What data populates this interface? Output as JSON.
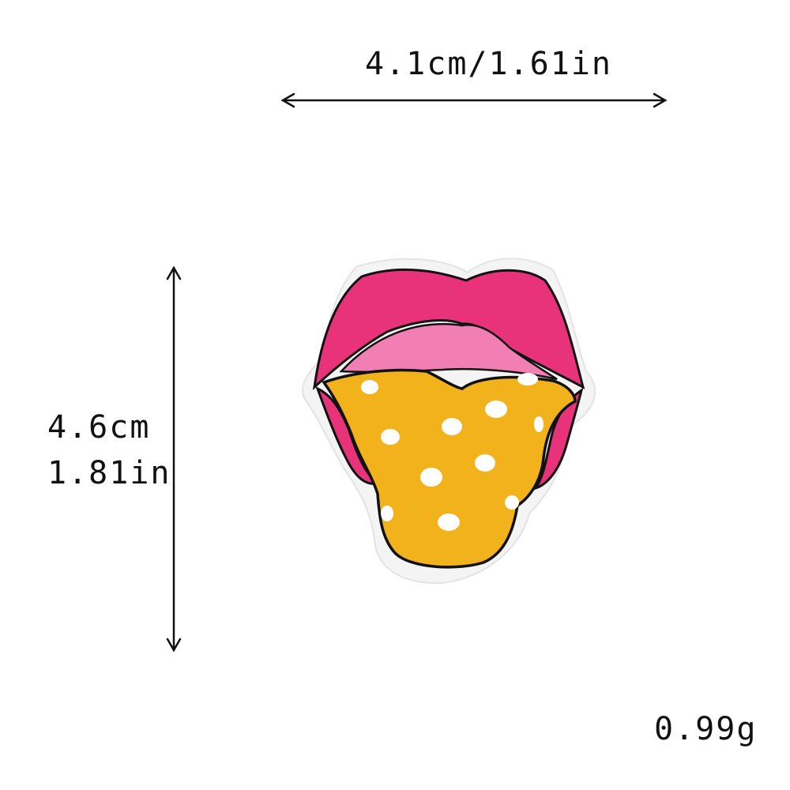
{
  "dimensions": {
    "width_label": "4.1cm/1.61in",
    "height_cm": "4.6cm",
    "height_in": "1.81in"
  },
  "weight": "0.99g",
  "product": {
    "icon": "lips-tongue-embroidered-patch",
    "colors": {
      "lip": "#e8337a",
      "lip_light": "#f27fb3",
      "tongue": "#f2b21c",
      "dots": "#ffffff",
      "outline": "#111111",
      "backing": "#f7f7f7"
    }
  }
}
